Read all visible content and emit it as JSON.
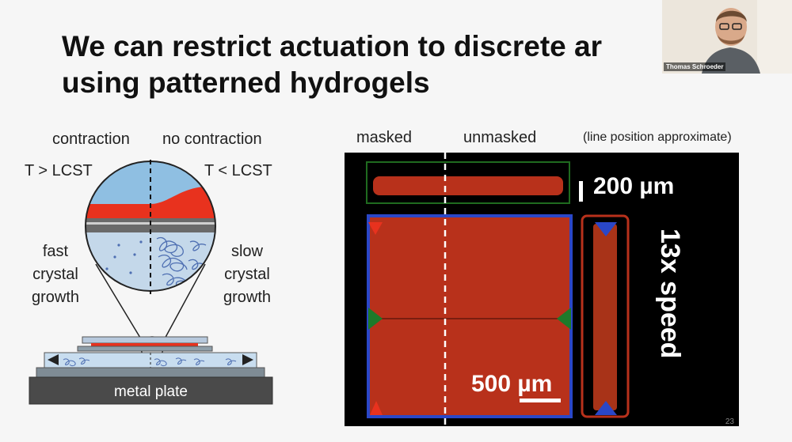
{
  "slide": {
    "title_line1": "We can restrict actuation to discrete ar",
    "title_line2": "using patterned hydrogels",
    "page_number": "23"
  },
  "webcam": {
    "name": "Thomas Schroeder"
  },
  "left_diagram": {
    "contraction": "contraction",
    "no_contraction": "no contraction",
    "t_gt": "T > LCST",
    "t_lt": "T < LCST",
    "fast_1": "fast",
    "fast_2": "crystal",
    "fast_3": "growth",
    "slow_1": "slow",
    "slow_2": "crystal",
    "slow_3": "growth",
    "plate": "metal plate"
  },
  "right_panel": {
    "masked": "masked",
    "unmasked": "unmasked",
    "note": "(line position approximate)",
    "scale_small": "200 µm",
    "scale_large": "500 µm",
    "speed": "13x speed"
  },
  "colors": {
    "hydrogel_red": "#e8321e",
    "cold_blue": "#8fbfe2",
    "micro_red": "#b8311b",
    "border_blue": "#2a47c8",
    "border_green": "#1f6b1f"
  }
}
